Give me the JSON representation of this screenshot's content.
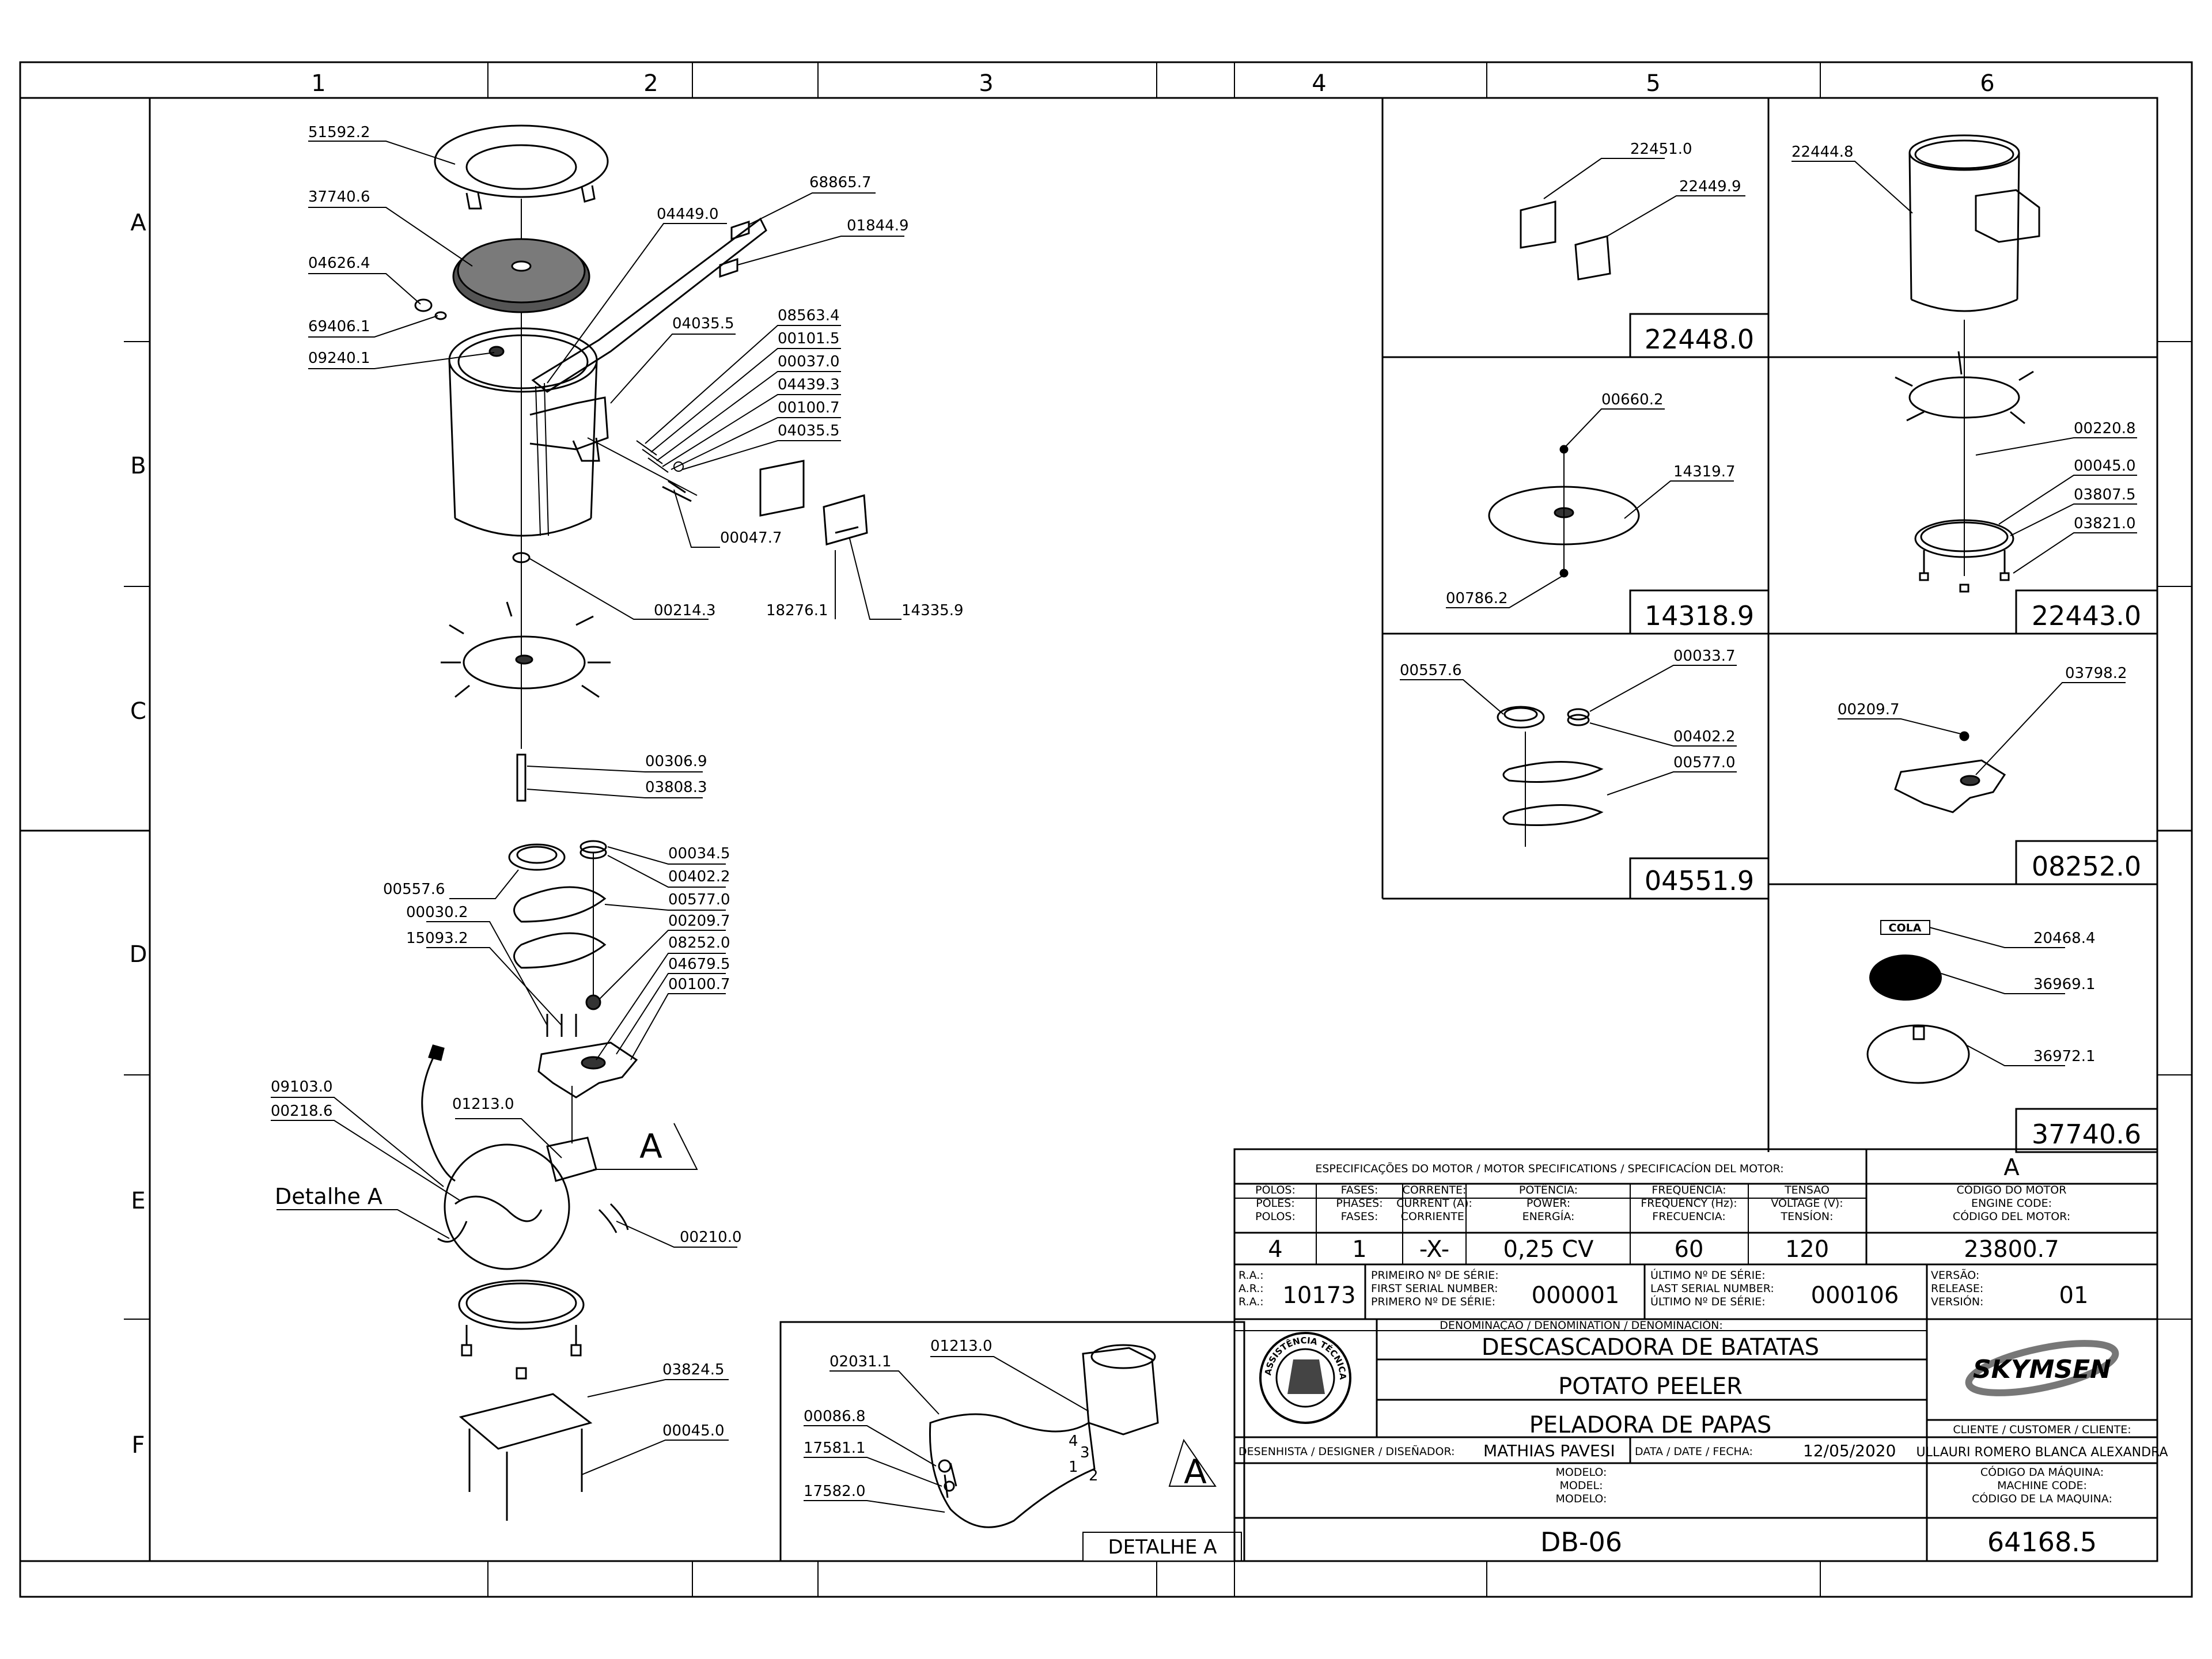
{
  "grid": {
    "cols": [
      "1",
      "2",
      "3",
      "4",
      "5",
      "6"
    ],
    "rows": [
      "A",
      "B",
      "C",
      "D",
      "E",
      "F"
    ]
  },
  "main_parts": {
    "p1": "51592.2",
    "p2": "37740.6",
    "p3": "04626.4",
    "p4": "69406.1",
    "p5": "09240.1",
    "p6": "04449.0",
    "p7": "68865.7",
    "p8": "01844.9",
    "p9": "04035.5",
    "p10": "08563.4",
    "p11": "00101.5",
    "p12": "00037.0",
    "p13": "04439.3",
    "p14": "00100.7",
    "p15": "04035.5",
    "p16": "00047.7",
    "p17": "18276.1",
    "p18": "14335.9",
    "p19": "00214.3",
    "p20": "00306.9",
    "p21": "03808.3",
    "p22": "00034.5",
    "p23": "00402.2",
    "p24": "00577.0",
    "p25": "00557.6",
    "p26": "00030.2",
    "p27": "00209.7",
    "p28": "15093.2",
    "p29": "08252.0",
    "p30": "04679.5",
    "p31": "00100.7",
    "p32": "09103.0",
    "p33": "00218.6",
    "p34": "01213.0",
    "p35": "00210.0",
    "p36": "03824.5",
    "p37": "00045.0"
  },
  "detail_a": {
    "label_left": "Detalhe A",
    "letter": "A",
    "box_title": "DETALHE A",
    "box_letter": "A",
    "parts": {
      "d1": "02031.1",
      "d2": "01213.0",
      "d3": "00086.8",
      "d4": "17581.1",
      "d5": "17582.0"
    },
    "numbers": {
      "n4": "4",
      "n3": "3",
      "n1": "1",
      "n2": "2"
    }
  },
  "panels": {
    "p22448": {
      "code": "22448.0",
      "parts": [
        "22451.0",
        "22449.9"
      ]
    },
    "p22443": {
      "code": "22443.0",
      "parts": [
        "22444.8",
        "00220.8",
        "00045.0",
        "03807.5",
        "03821.0"
      ]
    },
    "p14318": {
      "code": "14318.9",
      "parts": [
        "00660.2",
        "14319.7",
        "00786.2"
      ]
    },
    "p04551": {
      "code": "04551.9",
      "parts": [
        "00557.6",
        "00033.7",
        "00402.2",
        "00577.0"
      ]
    },
    "p08252": {
      "code": "08252.0",
      "parts": [
        "00209.7",
        "03798.2"
      ]
    },
    "p37740": {
      "code": "37740.6",
      "tag": "COLA",
      "parts": [
        "20468.4",
        "36969.1",
        "36972.1"
      ]
    }
  },
  "title_block": {
    "motor_spec_header": "ESPECIFICAÇÕES DO MOTOR / MOTOR SPECIFICATIONS / SPECIFICACÍON DEL MOTOR:",
    "revision_letter": "A",
    "h_poles": [
      "PÓLOS:",
      "POLES:",
      "POLOS:"
    ],
    "h_phases": [
      "FASES:",
      "PHASES:",
      "FASES:"
    ],
    "h_current": [
      "CORRENTE:",
      "CURRENT (A):",
      "CORRIENTE:"
    ],
    "h_power": [
      "POTÊNCIA:",
      "POWER:",
      "ENERGÍA:"
    ],
    "h_freq": [
      "FREQUÊNCIA:",
      "FREQUENCY (Hz):",
      "FRECUENCIA:"
    ],
    "h_voltage": [
      "TENSÃO",
      "VOLTAGE (V):",
      "TENSÍON:"
    ],
    "h_motor_code": [
      "CÓDIGO DO MOTOR",
      "ENGINE CODE:",
      "CÓDIGO DEL MOTOR:"
    ],
    "v_poles": "4",
    "v_phases": "1",
    "v_current": "-X-",
    "v_power": "0,25 CV",
    "v_freq": "60",
    "v_voltage": "120",
    "v_motor_code": "23800.7",
    "ra_labels": [
      "R.A.:",
      "A.R.:",
      "R.A.:"
    ],
    "ra_value": "10173",
    "first_serial_labels": [
      "PRIMEIRO Nº DE SÉRIE:",
      "FIRST SERIAL NUMBER:",
      "PRIMERO Nº DE SÉRIE:"
    ],
    "first_serial": "000001",
    "last_serial_labels": [
      "ÚLTIMO Nº DE SÉRIE:",
      "LAST SERIAL NUMBER:",
      "ÚLTIMO Nº DE SÉRIE:"
    ],
    "last_serial": "000106",
    "version_labels": [
      "VERSÃO:",
      "RELEASE:",
      "VERSIÓN:"
    ],
    "version": "01",
    "denomination_header": "DENOMINAÇÃO / DENOMINATION / DENOMINACIÓN:",
    "name_pt": "DESCASCADORA DE BATATAS",
    "name_en": "POTATO PEELER",
    "name_es": "PELADORA DE PAPAS",
    "brand": "SKYMSEN",
    "seal_text": "ASSISTÊNCIA TÉCNICA AUTORIZADA",
    "client_header": "CLIENTE / CUSTOMER / CLIENTE:",
    "client_name": "ULLAURI ROMERO BLANCA ALEXANDRA",
    "designer_label": "DESENHISTA / DESIGNER / DISEÑADOR:",
    "designer": "MATHIAS PAVESI",
    "date_label": "DATA / DATE / FECHA:",
    "date": "12/05/2020",
    "model_labels": [
      "MODELO:",
      "MODEL:",
      "MODELO:"
    ],
    "model": "DB-06",
    "machine_code_labels": [
      "CÓDIGO DA MÁQUINA:",
      "MACHINE CODE:",
      "CÓDIGO DE LA MAQUINA:"
    ],
    "machine_code": "64168.5"
  }
}
